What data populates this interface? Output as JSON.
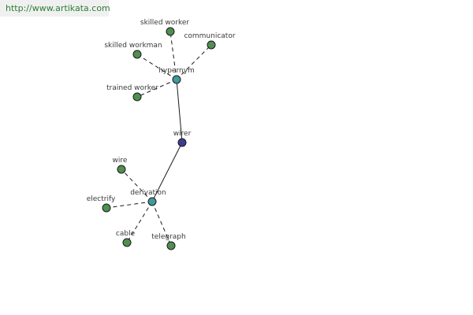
{
  "site": {
    "url": "http://www.artikata.com"
  },
  "graph": {
    "nodes": [
      {
        "id": "wirer",
        "label": "wirer",
        "role": "root"
      },
      {
        "id": "hypernym",
        "label": "hypernym",
        "role": "relation"
      },
      {
        "id": "derivation",
        "label": "derivation",
        "role": "relation"
      },
      {
        "id": "skilled_worker",
        "label": "skilled worker",
        "role": "term"
      },
      {
        "id": "communicator",
        "label": "communicator",
        "role": "term"
      },
      {
        "id": "skilled_workman",
        "label": "skilled workman",
        "role": "term"
      },
      {
        "id": "trained_worker",
        "label": "trained worker",
        "role": "term"
      },
      {
        "id": "wire",
        "label": "wire",
        "role": "term"
      },
      {
        "id": "electrify",
        "label": "electrify",
        "role": "term"
      },
      {
        "id": "cable",
        "label": "cable",
        "role": "term"
      },
      {
        "id": "telegraph",
        "label": "telegraph",
        "role": "term"
      }
    ],
    "edges": [
      {
        "from": "wirer",
        "to": "hypernym",
        "style": "solid"
      },
      {
        "from": "wirer",
        "to": "derivation",
        "style": "solid"
      },
      {
        "from": "hypernym",
        "to": "skilled_worker",
        "style": "dashed"
      },
      {
        "from": "hypernym",
        "to": "communicator",
        "style": "dashed"
      },
      {
        "from": "hypernym",
        "to": "skilled_workman",
        "style": "dashed"
      },
      {
        "from": "hypernym",
        "to": "trained_worker",
        "style": "dashed"
      },
      {
        "from": "derivation",
        "to": "wire",
        "style": "dashed"
      },
      {
        "from": "derivation",
        "to": "electrify",
        "style": "dashed"
      },
      {
        "from": "derivation",
        "to": "cable",
        "style": "dashed"
      },
      {
        "from": "derivation",
        "to": "telegraph",
        "style": "dashed"
      }
    ]
  },
  "colors": {
    "root": "#3d3d8f",
    "relation": "#3f9a9a",
    "term": "#4f8f4f",
    "stroke": "#1a1a1a",
    "url": "#2e7d32"
  }
}
